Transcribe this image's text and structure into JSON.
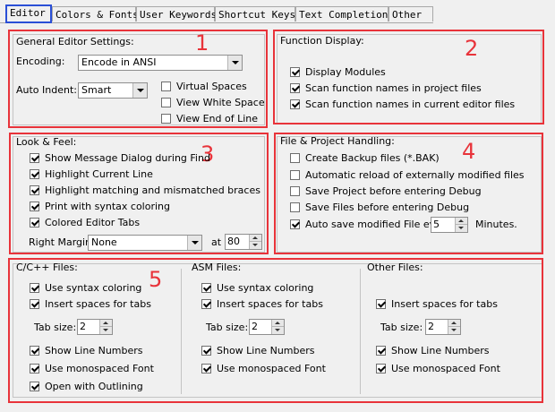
{
  "tabs": [
    {
      "label": "Editor",
      "active": true
    },
    {
      "label": "Colors & Fonts",
      "active": false
    },
    {
      "label": "User Keywords",
      "active": false
    },
    {
      "label": "Shortcut Keys",
      "active": false
    },
    {
      "label": "Text Completion",
      "active": false
    },
    {
      "label": "Other",
      "active": false
    }
  ],
  "annotations": [
    "1",
    "2",
    "3",
    "4",
    "5"
  ],
  "general": {
    "title": "General Editor Settings:",
    "encoding_label": "Encoding:",
    "encoding_value": "Encode in ANSI",
    "auto_indent_label": "Auto Indent:",
    "auto_indent_value": "Smart",
    "virtual_spaces": "Virtual Spaces",
    "view_white_space": "View White Space",
    "view_end_of_line": "View End of Line"
  },
  "function_display": {
    "title": "Function Display:",
    "display_modules": "Display Modules",
    "scan_project": "Scan function names in project files",
    "scan_editor": "Scan function names in current editor files"
  },
  "look_feel": {
    "title": "Look & Feel:",
    "show_message_dialog": "Show Message Dialog during Find",
    "highlight_current_line": "Highlight Current Line",
    "highlight_braces": "Highlight matching and mismatched braces",
    "print_syntax": "Print with syntax coloring",
    "colored_tabs": "Colored Editor Tabs",
    "right_margin_label": "Right Margin:",
    "right_margin_value": "None",
    "at_label": "at",
    "at_value": "80"
  },
  "file_project": {
    "title": "File & Project Handling:",
    "create_backup": "Create Backup files (*.BAK)",
    "auto_reload": "Automatic reload of externally modified files",
    "save_project": "Save Project before entering Debug",
    "save_files": "Save Files before entering Debug",
    "auto_save": "Auto save modified File every",
    "auto_save_value": "5",
    "minutes": "Minutes."
  },
  "files": {
    "c": {
      "title": "C/C++ Files:",
      "syntax": "Use syntax coloring",
      "insert_spaces": "Insert spaces for tabs",
      "tab_size_label": "Tab size:",
      "tab_size": "2",
      "line_numbers": "Show Line Numbers",
      "monospaced": "Use monospaced Font",
      "outlining": "Open with Outlining"
    },
    "asm": {
      "title": "ASM Files:",
      "syntax": "Use syntax coloring",
      "insert_spaces": "Insert spaces for tabs",
      "tab_size_label": "Tab size:",
      "tab_size": "2",
      "line_numbers": "Show Line Numbers",
      "monospaced": "Use monospaced Font"
    },
    "other": {
      "title": "Other Files:",
      "insert_spaces": "Insert spaces for tabs",
      "tab_size_label": "Tab size:",
      "tab_size": "2",
      "line_numbers": "Show Line Numbers",
      "monospaced": "Use monospaced Font"
    }
  },
  "colors": {
    "annotation": "#e8333a",
    "active_tab_border": "#2a4fd6"
  }
}
